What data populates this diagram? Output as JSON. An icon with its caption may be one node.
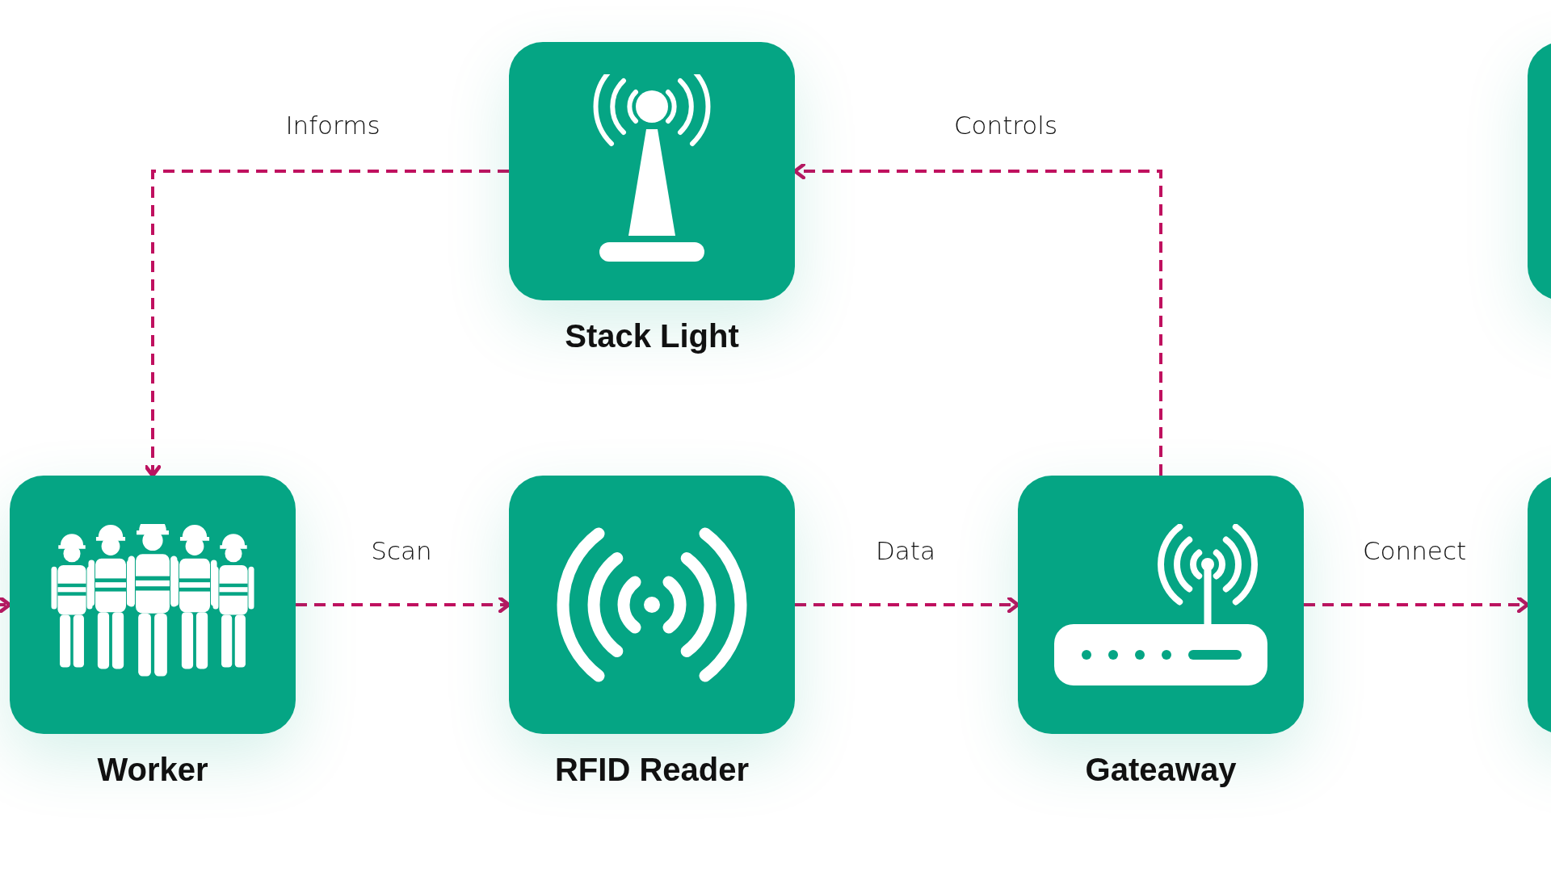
{
  "diagram": {
    "nodes": [
      {
        "text": [
          "Stack Light"
        ]
      },
      {
        "text": [],
        "shape": "box"
      },
      {
        "text": [
          "Worker"
        ]
      },
      {
        "text": [
          "RFID Reader"
        ]
      },
      {
        "text": [
          "Gateaway"
        ]
      },
      {
        "text": [],
        "shape": "box"
      }
    ],
    "edges": [
      {
        "from": 0,
        "to": 2,
        "arrow": "to",
        "label": "Informs",
        "style": "dashed"
      },
      {
        "from": 4,
        "to": 0,
        "arrow": "to",
        "label": "Controls",
        "style": "dashed"
      },
      {
        "from": null,
        "to": 2,
        "arrow": "to",
        "style": "dashed"
      },
      {
        "from": 2,
        "to": 3,
        "arrow": "to",
        "label": "Scan",
        "style": "dashed"
      },
      {
        "from": 3,
        "to": 4,
        "arrow": "to",
        "label": "Data",
        "style": "dashed"
      },
      {
        "from": 4,
        "to": 5,
        "arrow": "to",
        "label": "Connect",
        "style": "dashed"
      }
    ]
  }
}
